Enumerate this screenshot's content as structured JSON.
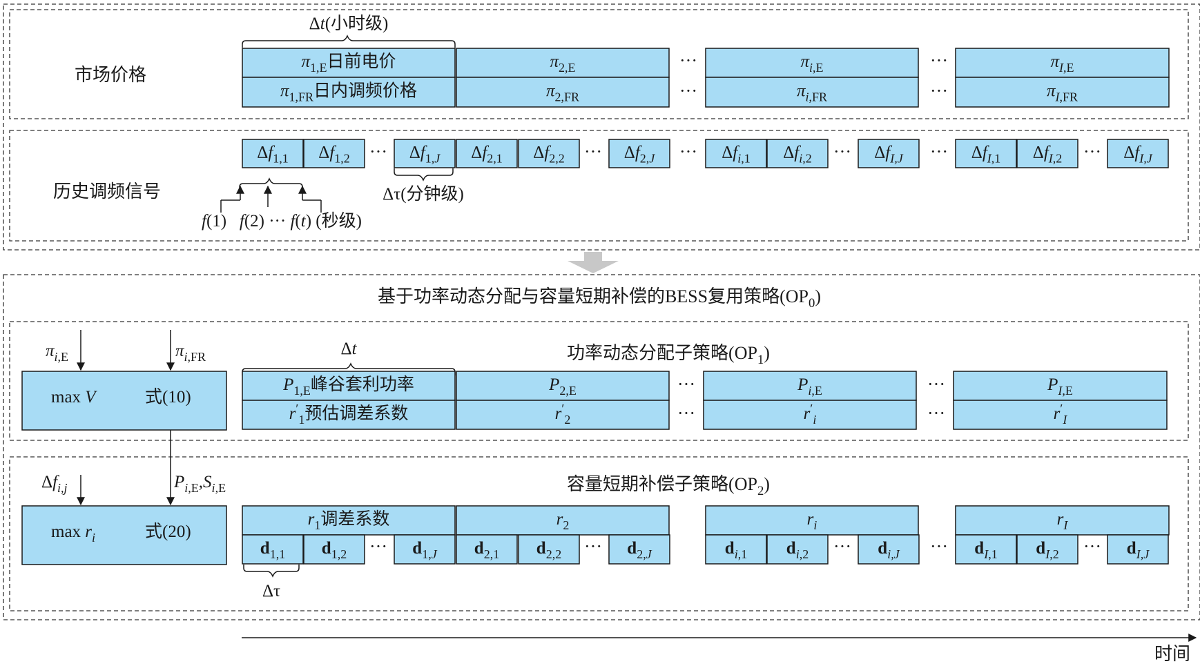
{
  "labels": {
    "market_price": "市场价格",
    "history_freq": "历史调频信号",
    "strategy_title": [
      {
        "t": "基于功率动态分配与容量短期补偿的BESS复用策略(OP"
      },
      {
        "t": "0",
        "sub": true
      },
      {
        "t": ")"
      }
    ],
    "op1_title": [
      {
        "t": "功率动态分配子策略(OP"
      },
      {
        "t": "1",
        "sub": true
      },
      {
        "t": ")"
      }
    ],
    "op2_title": [
      {
        "t": "容量短期补偿子策略(OP"
      },
      {
        "t": "2",
        "sub": true
      },
      {
        "t": ")"
      }
    ],
    "time_axis": "时间",
    "dots": "···"
  },
  "annotations": {
    "dt_hour": [
      {
        "t": "Δ"
      },
      {
        "t": "t",
        "i": true
      },
      {
        "t": "(小时级)"
      }
    ],
    "dtau_min": [
      {
        "t": "Δτ(分钟级)"
      }
    ],
    "f_sec": [
      {
        "t": "f",
        "i": true
      },
      {
        "t": "(1)   "
      },
      {
        "t": "f",
        "i": true
      },
      {
        "t": "(2) ··· "
      },
      {
        "t": "f",
        "i": true
      },
      {
        "t": "("
      },
      {
        "t": "t",
        "i": true
      },
      {
        "t": ") (秒级)"
      }
    ],
    "dt": [
      {
        "t": "Δ"
      },
      {
        "t": "t",
        "i": true
      }
    ],
    "dtau": [
      {
        "t": "Δτ"
      }
    ]
  },
  "market_prices": {
    "energy": [
      [
        {
          "t": "π",
          "i": true
        },
        {
          "t": "1,E",
          "sub": true
        },
        {
          "t": "日前电价"
        }
      ],
      [
        {
          "t": "π",
          "i": true
        },
        {
          "t": "2,E",
          "sub": true
        }
      ],
      [
        {
          "t": "π",
          "i": true
        },
        {
          "t": "i",
          "sub": true,
          "i": true
        },
        {
          "t": ",E",
          "sub": true
        }
      ],
      [
        {
          "t": "π",
          "i": true
        },
        {
          "t": "I",
          "sub": true,
          "i": true
        },
        {
          "t": ",E",
          "sub": true
        }
      ]
    ],
    "fr": [
      [
        {
          "t": "π",
          "i": true
        },
        {
          "t": "1,FR",
          "sub": true
        },
        {
          "t": "日内调频价格"
        }
      ],
      [
        {
          "t": "π",
          "i": true
        },
        {
          "t": "2,FR",
          "sub": true
        }
      ],
      [
        {
          "t": "π",
          "i": true
        },
        {
          "t": "i",
          "sub": true,
          "i": true
        },
        {
          "t": ",FR",
          "sub": true
        }
      ],
      [
        {
          "t": "π",
          "i": true
        },
        {
          "t": "I",
          "sub": true,
          "i": true
        },
        {
          "t": ",FR",
          "sub": true
        }
      ]
    ]
  },
  "freq_signals": [
    [
      {
        "t": "Δ"
      },
      {
        "t": "f",
        "i": true
      },
      {
        "t": "1,1",
        "sub": true
      }
    ],
    [
      {
        "t": "Δ"
      },
      {
        "t": "f",
        "i": true
      },
      {
        "t": "1,2",
        "sub": true
      }
    ],
    [
      {
        "t": "Δ"
      },
      {
        "t": "f",
        "i": true
      },
      {
        "t": "1,",
        "sub": true
      },
      {
        "t": "J",
        "sub": true,
        "i": true
      }
    ],
    [
      {
        "t": "Δ"
      },
      {
        "t": "f",
        "i": true
      },
      {
        "t": "2,1",
        "sub": true
      }
    ],
    [
      {
        "t": "Δ"
      },
      {
        "t": "f",
        "i": true
      },
      {
        "t": "2,2",
        "sub": true
      }
    ],
    [
      {
        "t": "Δ"
      },
      {
        "t": "f",
        "i": true
      },
      {
        "t": "2,",
        "sub": true
      },
      {
        "t": "J",
        "sub": true,
        "i": true
      }
    ],
    [
      {
        "t": "Δ"
      },
      {
        "t": "f",
        "i": true
      },
      {
        "t": "i",
        "sub": true,
        "i": true
      },
      {
        "t": ",1",
        "sub": true
      }
    ],
    [
      {
        "t": "Δ"
      },
      {
        "t": "f",
        "i": true
      },
      {
        "t": "i",
        "sub": true,
        "i": true
      },
      {
        "t": ",2",
        "sub": true
      }
    ],
    [
      {
        "t": "Δ"
      },
      {
        "t": "f",
        "i": true
      },
      {
        "t": "I,J",
        "sub": true,
        "i": true
      }
    ],
    [
      {
        "t": "Δ"
      },
      {
        "t": "f",
        "i": true
      },
      {
        "t": "I",
        "sub": true,
        "i": true
      },
      {
        "t": ",1",
        "sub": true
      }
    ],
    [
      {
        "t": "Δ"
      },
      {
        "t": "f",
        "i": true
      },
      {
        "t": "I",
        "sub": true,
        "i": true
      },
      {
        "t": ",2",
        "sub": true
      }
    ],
    [
      {
        "t": "Δ"
      },
      {
        "t": "f",
        "i": true
      },
      {
        "t": "I,J",
        "sub": true,
        "i": true
      }
    ]
  ],
  "op1": {
    "box": {
      "left": [
        {
          "t": "max "
        },
        {
          "t": "V",
          "i": true
        }
      ],
      "right": [
        {
          "t": "式(10)"
        }
      ]
    },
    "input_a": [
      {
        "t": "π",
        "i": true
      },
      {
        "t": "i",
        "sub": true,
        "i": true
      },
      {
        "t": ",E",
        "sub": true
      }
    ],
    "input_b": [
      {
        "t": "π",
        "i": true
      },
      {
        "t": "i",
        "sub": true,
        "i": true
      },
      {
        "t": ",FR",
        "sub": true
      }
    ],
    "power": [
      [
        {
          "t": "P",
          "i": true
        },
        {
          "t": "1,E",
          "sub": true
        },
        {
          "t": "峰谷套利功率"
        }
      ],
      [
        {
          "t": "P",
          "i": true
        },
        {
          "t": "2,E",
          "sub": true
        }
      ],
      [
        {
          "t": "P",
          "i": true
        },
        {
          "t": "i",
          "sub": true,
          "i": true
        },
        {
          "t": ",E",
          "sub": true
        }
      ],
      [
        {
          "t": "P",
          "i": true
        },
        {
          "t": "I",
          "sub": true,
          "i": true
        },
        {
          "t": ",E",
          "sub": true
        }
      ]
    ],
    "droop_est": [
      [
        {
          "t": "r",
          "i": true
        },
        {
          "t": "′",
          "sup": true
        },
        {
          "t": "1",
          "sub": true
        },
        {
          "t": "预估调差系数"
        }
      ],
      [
        {
          "t": "r",
          "i": true
        },
        {
          "t": "′",
          "sup": true
        },
        {
          "t": "2",
          "sub": true
        }
      ],
      [
        {
          "t": "r",
          "i": true
        },
        {
          "t": "′",
          "sup": true
        },
        {
          "t": "i",
          "sub": true,
          "i": true
        }
      ],
      [
        {
          "t": "r",
          "i": true
        },
        {
          "t": "′",
          "sup": true
        },
        {
          "t": "I",
          "sub": true,
          "i": true
        }
      ]
    ]
  },
  "op2": {
    "box": {
      "left": [
        {
          "t": "max "
        },
        {
          "t": "r",
          "i": true
        },
        {
          "t": "i",
          "sub": true,
          "i": true
        }
      ],
      "right": [
        {
          "t": "式(20)"
        }
      ]
    },
    "input_a": [
      {
        "t": "Δ"
      },
      {
        "t": "f",
        "i": true
      },
      {
        "t": "i,j",
        "sub": true,
        "i": true
      }
    ],
    "input_b": [
      {
        "t": "P",
        "i": true
      },
      {
        "t": "i",
        "sub": true,
        "i": true
      },
      {
        "t": ",E",
        "sub": true
      },
      {
        "t": ","
      },
      {
        "t": "S",
        "i": true
      },
      {
        "t": "i",
        "sub": true,
        "i": true
      },
      {
        "t": ",E",
        "sub": true
      }
    ],
    "droop": [
      [
        {
          "t": "r",
          "i": true
        },
        {
          "t": "1",
          "sub": true
        },
        {
          "t": "调差系数"
        }
      ],
      [
        {
          "t": "r",
          "i": true
        },
        {
          "t": "2",
          "sub": true
        }
      ],
      [
        {
          "t": "r",
          "i": true
        },
        {
          "t": "i",
          "sub": true,
          "i": true
        }
      ],
      [
        {
          "t": "r",
          "i": true
        },
        {
          "t": "I",
          "sub": true,
          "i": true
        }
      ]
    ],
    "d": [
      [
        {
          "t": "d",
          "b": true
        },
        {
          "t": "1,1",
          "sub": true
        }
      ],
      [
        {
          "t": "d",
          "b": true
        },
        {
          "t": "1,2",
          "sub": true
        }
      ],
      [
        {
          "t": "d",
          "b": true
        },
        {
          "t": "1,",
          "sub": true
        },
        {
          "t": "J",
          "sub": true,
          "i": true
        }
      ],
      [
        {
          "t": "d",
          "b": true
        },
        {
          "t": "2,1",
          "sub": true
        }
      ],
      [
        {
          "t": "d",
          "b": true
        },
        {
          "t": "2,2",
          "sub": true
        }
      ],
      [
        {
          "t": "d",
          "b": true
        },
        {
          "t": "2,",
          "sub": true
        },
        {
          "t": "J",
          "sub": true,
          "i": true
        }
      ],
      [
        {
          "t": "d",
          "b": true
        },
        {
          "t": "i",
          "sub": true,
          "i": true
        },
        {
          "t": ",1",
          "sub": true
        }
      ],
      [
        {
          "t": "d",
          "b": true
        },
        {
          "t": "i",
          "sub": true,
          "i": true
        },
        {
          "t": ",2",
          "sub": true
        }
      ],
      [
        {
          "t": "d",
          "b": true
        },
        {
          "t": "i,J",
          "sub": true,
          "i": true
        }
      ],
      [
        {
          "t": "d",
          "b": true
        },
        {
          "t": "I",
          "sub": true,
          "i": true
        },
        {
          "t": ",1",
          "sub": true
        }
      ],
      [
        {
          "t": "d",
          "b": true
        },
        {
          "t": "I",
          "sub": true,
          "i": true
        },
        {
          "t": ",2",
          "sub": true
        }
      ],
      [
        {
          "t": "d",
          "b": true
        },
        {
          "t": "I,J",
          "sub": true,
          "i": true
        }
      ]
    ]
  },
  "colors": {
    "cell_fill": "#a8dcf5",
    "arrow_fill": "#c8c8c8"
  },
  "icons": {
    "arrow": "down-arrow-icon"
  }
}
